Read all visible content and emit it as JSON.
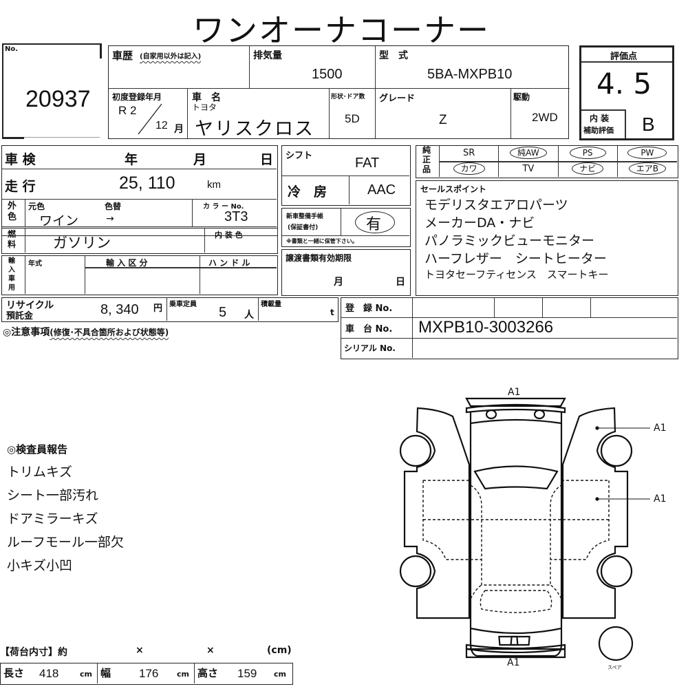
{
  "title": "ワンオーナコーナー",
  "lot": {
    "label": "No.",
    "value": "20937"
  },
  "history": {
    "label": "車歴",
    "note": "(自家用以外は記入)",
    "value": ""
  },
  "displacement": {
    "label": "排気量",
    "value": "1500"
  },
  "model_code": {
    "label": "型　式",
    "value": "5BA-MXPB10"
  },
  "first_reg": {
    "label": "初度登録年月",
    "era": "R 2",
    "month": "12",
    "month_unit": "月"
  },
  "car_name": {
    "label": "車　名",
    "maker": "トヨタ",
    "value": "ヤリスクロス"
  },
  "body_doors": {
    "label": "形状･ドア数",
    "value": "5D"
  },
  "grade": {
    "label": "グレード",
    "value": "Z"
  },
  "drive": {
    "label": "駆動",
    "value": "2WD"
  },
  "score": {
    "label": "評価点",
    "value": "4. 5",
    "interior_label_1": "内 装",
    "interior_label_2": "補助評価",
    "interior_value": "B"
  },
  "inspection": {
    "label": "車 検",
    "year": "年",
    "month": "月",
    "day": "日"
  },
  "mileage": {
    "label": "走 行",
    "value": "25, 110",
    "unit": "km"
  },
  "exterior": {
    "side_label": "外色",
    "orig_label": "元色",
    "change_label": "色替",
    "orig_value": "ワイン",
    "arrow": "→",
    "color_no_label": "カ ラ ー No.",
    "color_no": "3T3"
  },
  "fuel": {
    "side_label": "燃料",
    "value": "ガソリン",
    "interior_color_label": "内 装 色",
    "interior_color": ""
  },
  "import": {
    "side_label": "輸入車用",
    "year_label": "年式",
    "class_label": "輸 入 区 分",
    "handle_label": "ハ ン ド ル"
  },
  "shift": {
    "label": "シフト",
    "value": "FAT"
  },
  "aircon": {
    "label": "冷　房",
    "value": "AAC"
  },
  "service_book": {
    "label_1": "新車整備手帳",
    "label_2": "(保証書付)",
    "value": "有",
    "note": "※書類と一緒に保管下さい。"
  },
  "transfer": {
    "label": "譲渡書類有効期限",
    "month": "月",
    "day": "日"
  },
  "options": {
    "side_label": "純正品",
    "row1": [
      {
        "label": "SR",
        "circled": false
      },
      {
        "label": "純AW",
        "circled": true
      },
      {
        "label": "PS",
        "circled": true
      },
      {
        "label": "PW",
        "circled": true
      }
    ],
    "row2": [
      {
        "label": "カワ",
        "circled": true
      },
      {
        "label": "TV",
        "circled": false
      },
      {
        "label": "ナビ",
        "circled": true
      },
      {
        "label": "エアB",
        "circled": true
      }
    ]
  },
  "sales_points": {
    "label": "セールスポイント",
    "lines": [
      "モデリスタエアロパーツ",
      "メーカーDA・ナビ",
      "パノラミックビューモニター",
      "ハーフレザー　シートヒーター",
      "トヨタセーフティセンス　スマートキー"
    ]
  },
  "recycle": {
    "label_1": "リサイクル",
    "label_2": "預託金",
    "value": "8, 340",
    "unit": "円"
  },
  "capacity": {
    "label": "乗車定員",
    "value": "5",
    "unit": "人"
  },
  "load": {
    "label": "積載量",
    "value": "",
    "unit": "t"
  },
  "notes_heading": {
    "mark": "◎注意事項",
    "sub": "(修復･不具合箇所および状態等)"
  },
  "registration": {
    "label": "登　録 No.",
    "value": ""
  },
  "chassis": {
    "label": "車　台 No.",
    "value": "MXPB10-3003266"
  },
  "serial": {
    "label": "シリアル No.",
    "value": ""
  },
  "inspector": {
    "heading": "◎検査員報告",
    "lines": [
      "トリムキズ",
      "シート一部汚れ",
      "ドアミラーキズ",
      "ルーフモール一部欠",
      "小キズ小凹"
    ]
  },
  "cargo": {
    "heading": "【荷台内寸】約",
    "x1": "×",
    "x2": "×",
    "unit_note": "(cm)",
    "length_label": "長さ",
    "length": "418",
    "width_label": "幅",
    "width": "176",
    "height_label": "高さ",
    "height": "159",
    "cm": "cm"
  },
  "diagram": {
    "front_mark": "A1",
    "rear_mark": "A1",
    "right_front_door": "A1",
    "right_rear_door": "A1",
    "spare_label": "スペア"
  }
}
